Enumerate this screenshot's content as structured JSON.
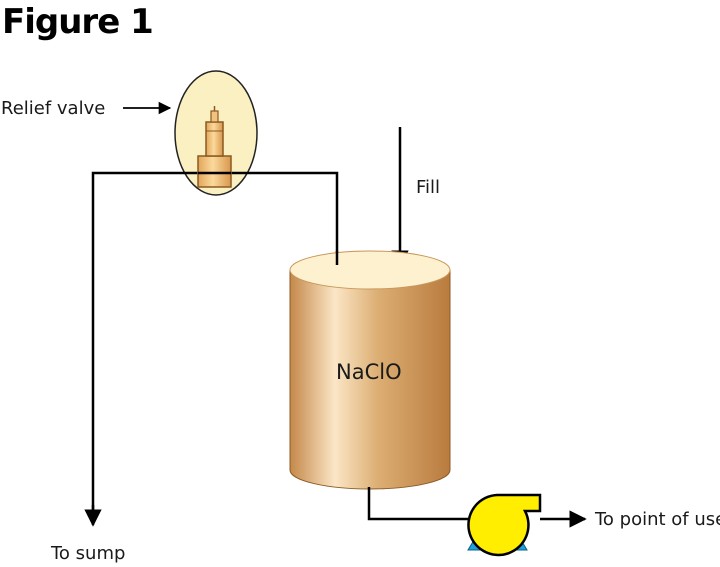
{
  "figure": {
    "title": "Figure 1"
  },
  "labels": {
    "relief_valve": "Relief valve",
    "fill": "Fill",
    "tank": "NaClO",
    "to_sump": "To sump",
    "to_point_of_use": "To point of use"
  },
  "colors": {
    "tank_body": "#d9a86c",
    "tank_top": "#fdf1cf",
    "valve_highlight": "#fbf0c2",
    "valve_body": "#f2c27f",
    "pump_impeller": "#ffee00",
    "pump_base": "#1aa3dd",
    "pipe": "#000000"
  }
}
